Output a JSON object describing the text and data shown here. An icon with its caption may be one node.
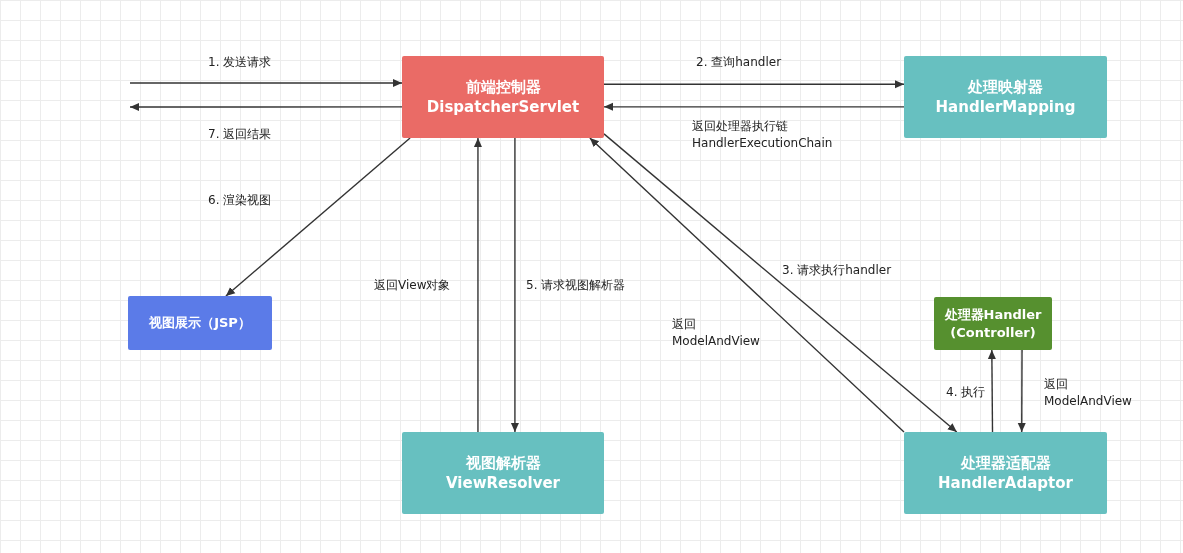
{
  "diagram": {
    "nodes": [
      {
        "text": [
          "前端控制器 DispatcherServlet"
        ]
      },
      {
        "text": [
          "处理映射器 HandlerMapping"
        ]
      },
      {
        "text": [
          "视图展示（JSP）"
        ]
      },
      {
        "text": [
          "处理器Handler (Controller)"
        ]
      },
      {
        "text": [
          "视图解析器 ViewResolver"
        ]
      },
      {
        "text": [
          "处理器适配器 HandlerAdaptor"
        ]
      }
    ],
    "edges": [
      {
        "from": null,
        "to": 0,
        "arrow": "to",
        "label": "1. 发送请求"
      },
      {
        "from": 0,
        "to": null,
        "arrow": "to",
        "label": "7. 返回结果"
      },
      {
        "from": 0,
        "to": 1,
        "arrow": "to",
        "label": "2. 查询handler"
      },
      {
        "from": 1,
        "to": 0,
        "arrow": "to",
        "label": "返回处理器执行链 HandlerExecutionChain"
      },
      {
        "from": 0,
        "to": 2,
        "arrow": "to",
        "label": "6. 渲染视图"
      },
      {
        "from": 4,
        "to": 0,
        "arrow": "to",
        "label": "返回View对象"
      },
      {
        "from": 0,
        "to": 4,
        "arrow": "to",
        "label": "5. 请求视图解析器"
      },
      {
        "from": 0,
        "to": 5,
        "arrow": "to",
        "label": "3. 请求执行handler"
      },
      {
        "from": 5,
        "to": 0,
        "arrow": "to",
        "label": "返回 ModelAndView"
      },
      {
        "from": 5,
        "to": 3,
        "arrow": "to",
        "label": "4. 执行"
      },
      {
        "from": 3,
        "to": 5,
        "arrow": "to",
        "label": "返回 ModelAndView"
      }
    ]
  }
}
